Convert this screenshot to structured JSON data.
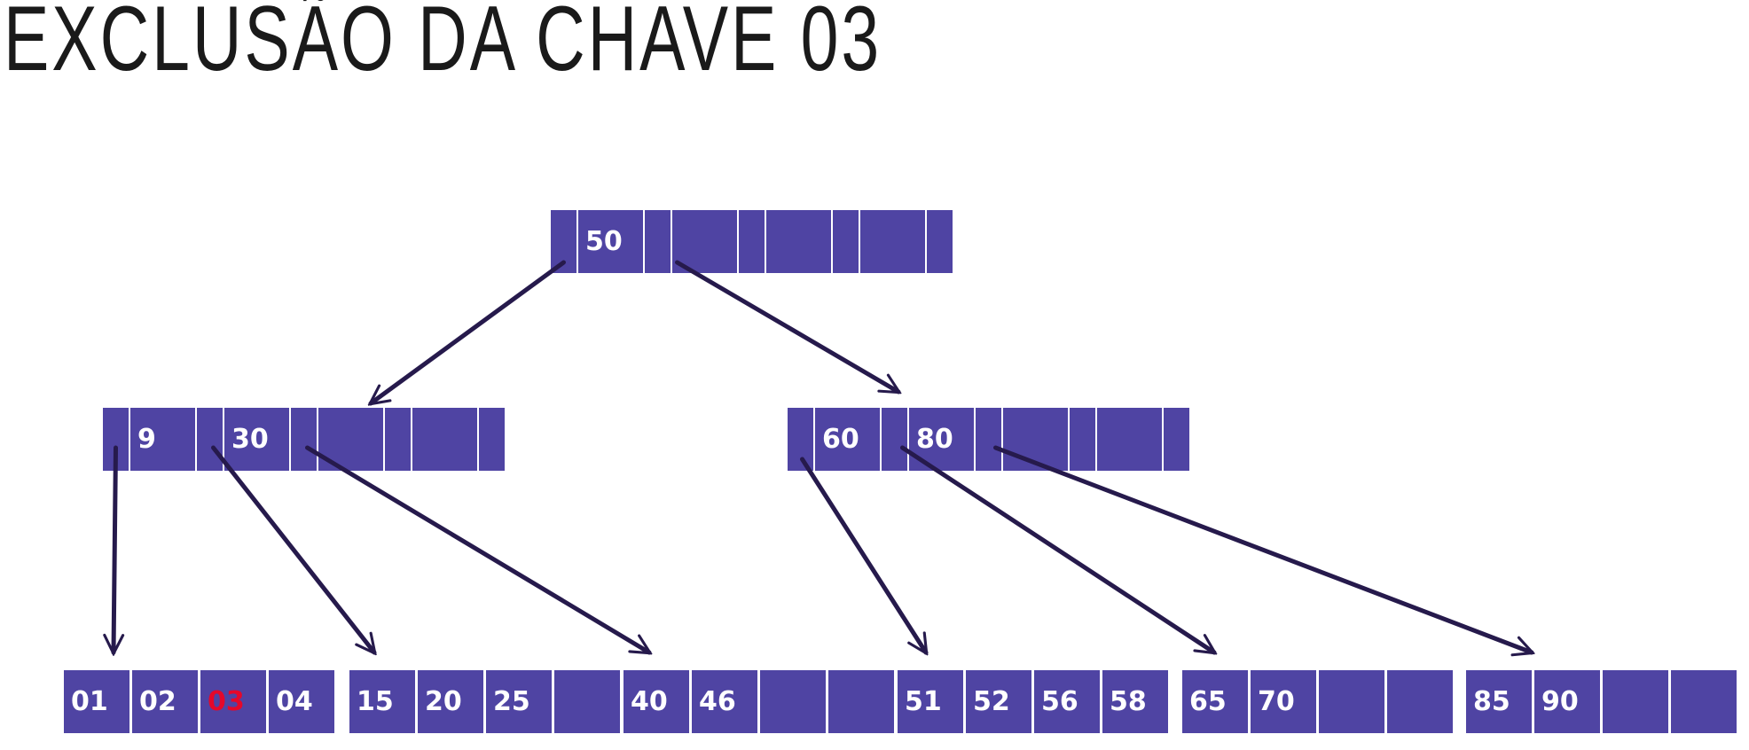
{
  "title": "EXCLUSÃO DA CHAVE 03",
  "colors": {
    "node": "#4f44a3",
    "key_text": "#ffffff",
    "highlight_key": "#e4082b",
    "arrow": "#261a4c",
    "title": "#1a1a1a"
  },
  "tree": {
    "root": {
      "keys": [
        "50",
        "",
        "",
        ""
      ]
    },
    "internal": [
      {
        "keys": [
          "9",
          "30",
          "",
          ""
        ]
      },
      {
        "keys": [
          "60",
          "80",
          "",
          ""
        ]
      }
    ],
    "leaves": [
      {
        "keys": [
          "01",
          "02",
          "03",
          "04"
        ],
        "highlight_index": 2
      },
      {
        "keys": [
          "15",
          "20",
          "25",
          ""
        ]
      },
      {
        "keys": [
          "40",
          "46",
          "",
          ""
        ]
      },
      {
        "keys": [
          "51",
          "52",
          "56",
          "58"
        ]
      },
      {
        "keys": [
          "65",
          "70",
          "",
          ""
        ]
      },
      {
        "keys": [
          "85",
          "90",
          "",
          ""
        ]
      }
    ]
  }
}
